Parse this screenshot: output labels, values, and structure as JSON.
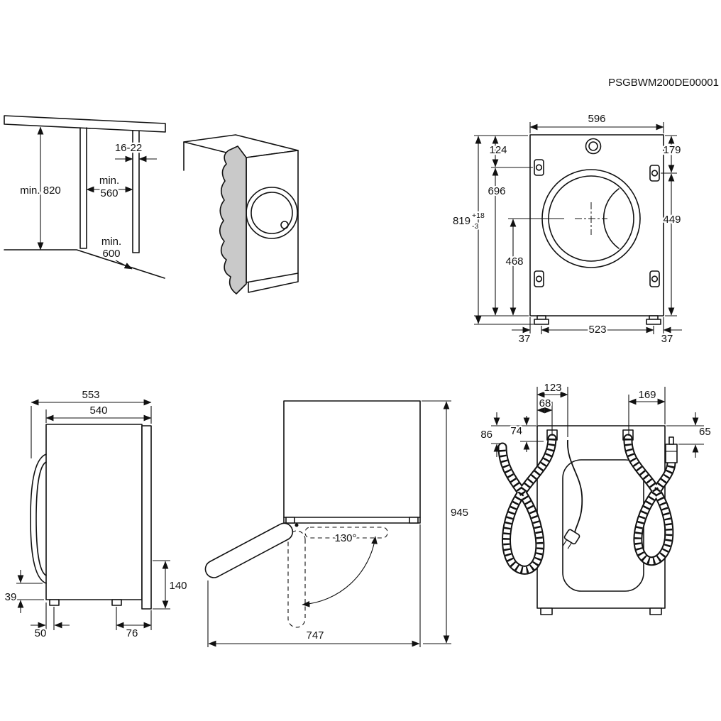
{
  "header": {
    "code": "PSGBWM200DE00001"
  },
  "niche_view": {
    "min_height": "min. 820",
    "panel_thickness": "16-22",
    "min_width_line1": "min.",
    "min_width_line2": "560",
    "min_depth_line1": "min.",
    "min_depth_line2": "600"
  },
  "front_view": {
    "width": "596",
    "top_offset": "124",
    "top_offset_right": "179",
    "mid_height": "696",
    "total_height": "819",
    "tolerance_plus": "+18",
    "tolerance_minus": "-3",
    "center_to_floor": "468",
    "right_height": "449",
    "feet_distance": "523",
    "foot_offset_left": "37",
    "foot_offset_right": "37"
  },
  "side_view": {
    "depth_total": "553",
    "depth_body": "540",
    "door_depth": "39",
    "base_height": "140",
    "front_foot_offset": "50",
    "rear_foot_offset": "76"
  },
  "door_view": {
    "opening_angle": "130°",
    "total_height": "945",
    "total_depth": "747"
  },
  "rear_view": {
    "cord_offset": "123",
    "drain_hose_offset": "68",
    "hose_drop": "74",
    "drain_drop": "86",
    "inlet_hose_offset": "169",
    "inlet_drop": "65"
  }
}
